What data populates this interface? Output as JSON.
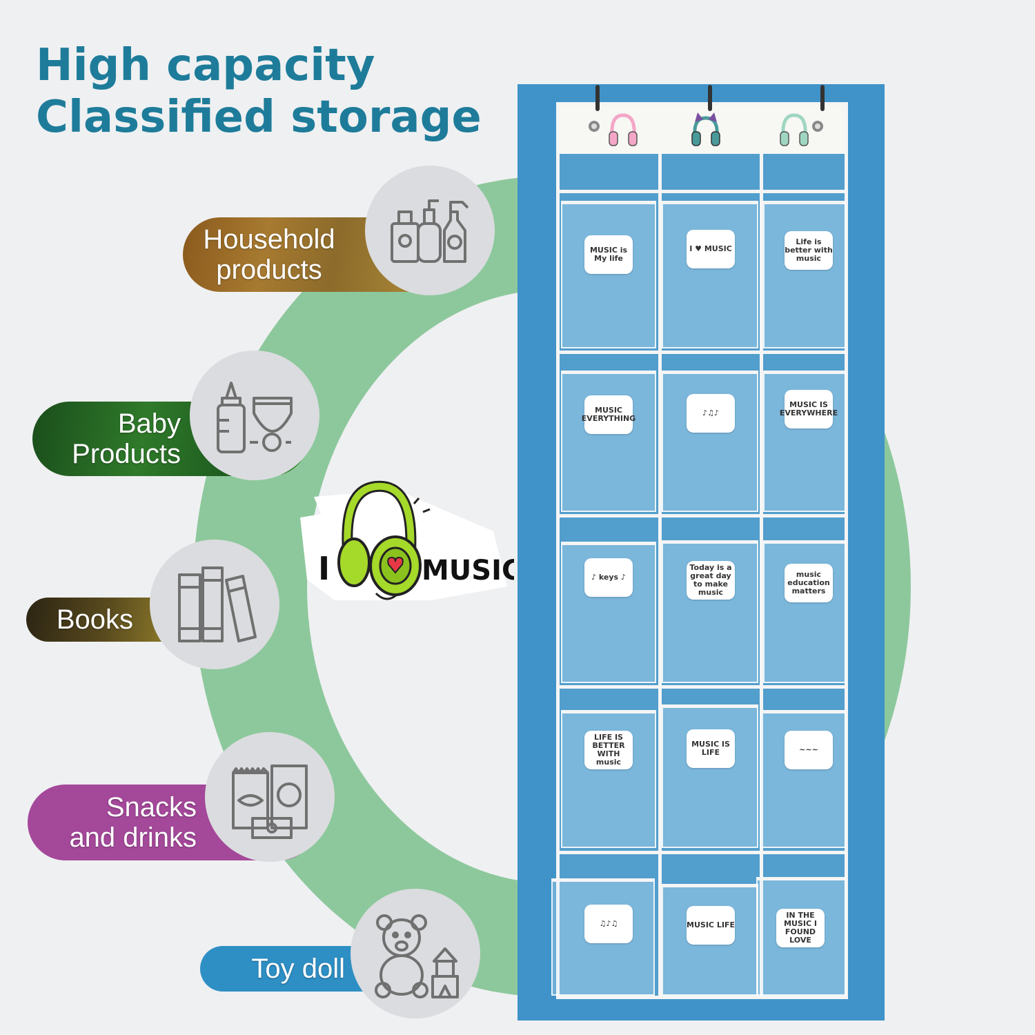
{
  "headline": {
    "line1": "High capacity",
    "line2": "Classified storage"
  },
  "categories": [
    {
      "lines": [
        "Household",
        "products"
      ],
      "icon": "household-products-icon"
    },
    {
      "lines": [
        "Baby",
        "Products"
      ],
      "icon": "baby-products-icon"
    },
    {
      "lines": [
        "Books"
      ],
      "icon": "books-icon"
    },
    {
      "lines": [
        "Snacks",
        "and drinks"
      ],
      "icon": "snacks-icon"
    },
    {
      "lines": [
        "Toy doll"
      ],
      "icon": "toy-icon"
    }
  ],
  "sticker": {
    "text_left": "I",
    "text_right": "MUSIC"
  },
  "organizer": {
    "pocket_stickers": [
      [
        "MUSIC is My life",
        "I ♥ MUSIC",
        "Life is better with music"
      ],
      [
        "MUSIC EVERYTHING",
        "♪♫♪",
        "MUSIC IS EVERYWHERE"
      ],
      [
        "♪ keys ♪",
        "Today is a great day to make music",
        "music education matters"
      ],
      [
        "LIFE IS BETTER WITH music",
        "MUSIC IS LIFE",
        "~~~"
      ],
      [
        "♫♪♫",
        "MUSIC LIFE",
        "IN THE MUSIC I FOUND LOVE"
      ]
    ]
  },
  "colors": {
    "headline": "#1e7c9a",
    "ring": "#8dc89c",
    "household_pill": "#8a5a1d",
    "baby_pill": "#2f7a2a",
    "books_pill": "#5a4b1e",
    "snacks_pill": "#a4489a",
    "toy_pill": "#2e8fc4",
    "backdrop": "#3f93c8"
  }
}
